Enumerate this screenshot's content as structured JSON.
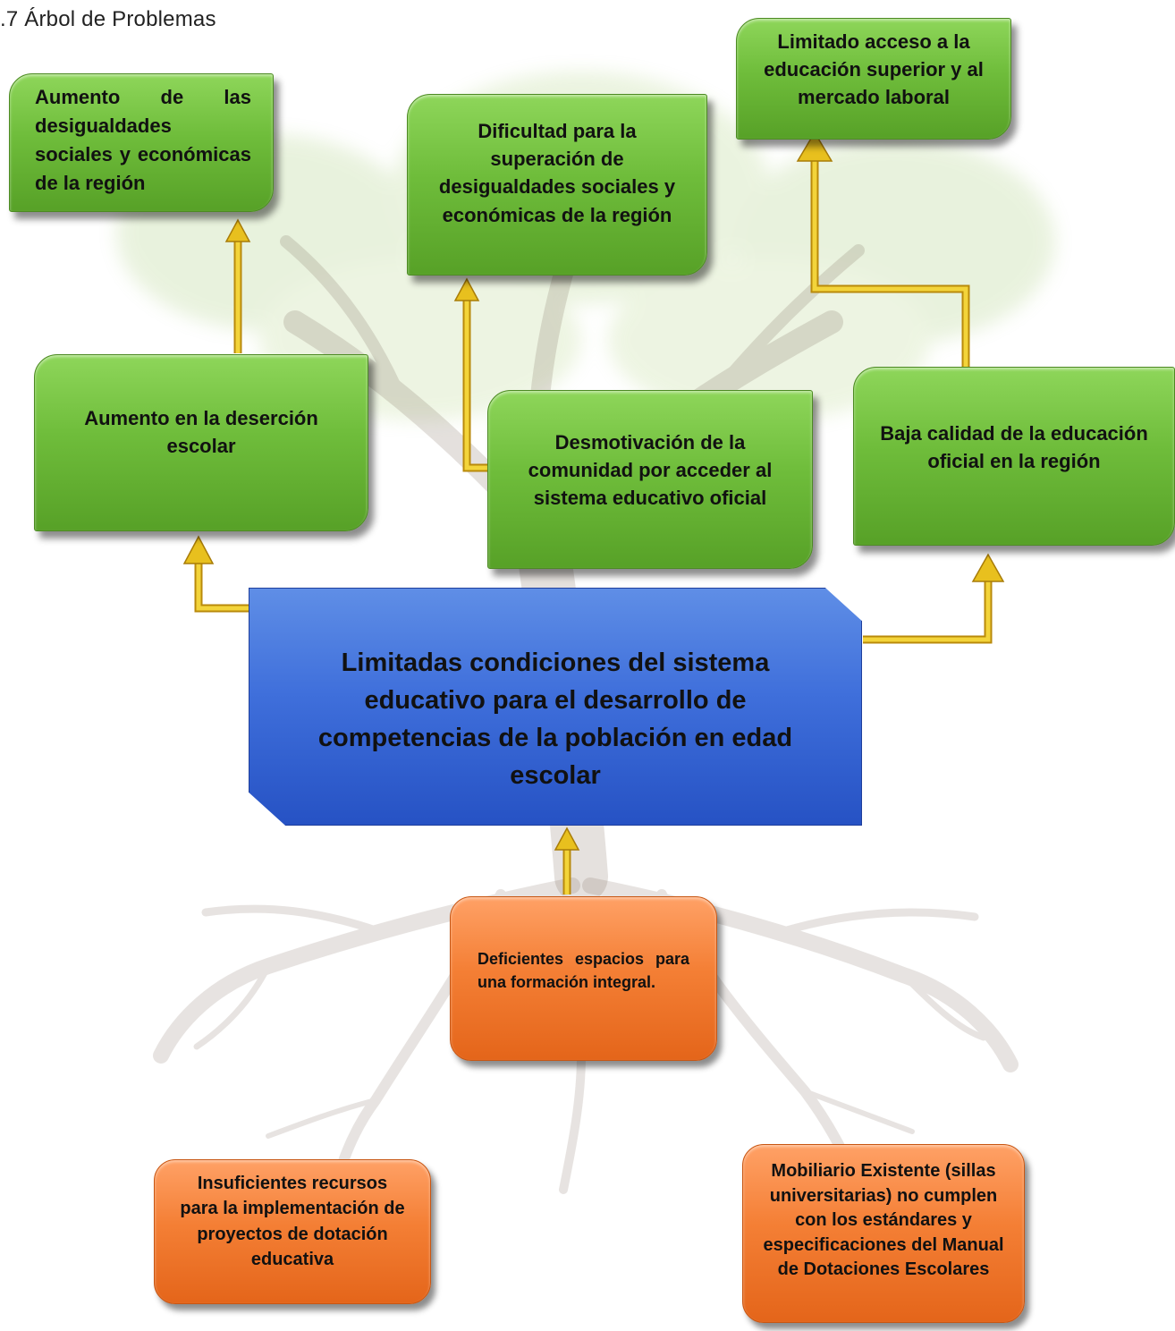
{
  "heading": ".7 Árbol de Problemas",
  "effects_top": {
    "left": "Aumento de las desigualdades sociales y económicas de la región",
    "center": "Dificultad para la superación de desigualdades sociales y económicas de la región",
    "right": "Limitado acceso a la educación superior y al mercado laboral"
  },
  "effects_direct": {
    "left": "Aumento en la deserción escolar",
    "center": "Desmotivación de la comunidad por acceder al sistema educativo oficial",
    "right": "Baja calidad de la educación oficial en la región"
  },
  "central_problem": "Limitadas condiciones del sistema educativo para el desarrollo de competencias de la población en edad escolar",
  "causes": {
    "direct": "Deficientes espacios para una formación integral.",
    "left": "Insuficientes recursos para la implementación de proyectos de dotación educativa",
    "right": "Mobiliario Existente (sillas universitarias) no cumplen con los estándares y especificaciones del Manual de Dotaciones Escolares"
  },
  "colors": {
    "effect_box": "#6fbd3b",
    "central_box": "#3f6fdb",
    "cause_box": "#f47f35",
    "arrow": "#e8c01e"
  }
}
